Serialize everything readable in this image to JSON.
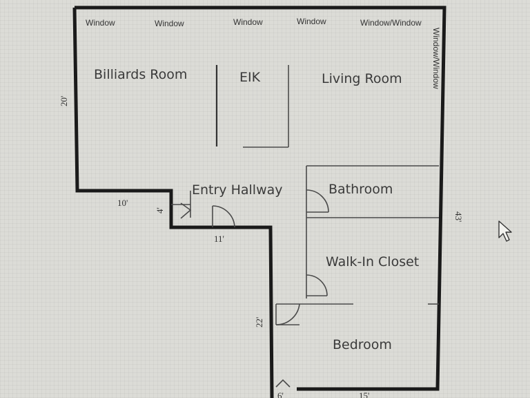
{
  "rooms": {
    "billiards": "Billiards Room",
    "eik": "EIK",
    "living": "Living Room",
    "entry": "Entry Hallway",
    "bathroom": "Bathroom",
    "closet": "Walk-In Closet",
    "bedroom": "Bedroom"
  },
  "windows": {
    "w1": "Window",
    "w2": "Window",
    "w3": "Window",
    "w4": "Window",
    "w5": "Window/Window",
    "w6": "Window/Window"
  },
  "dimensions": {
    "left_top": "20'",
    "left_step": "10'",
    "step_height": "4'",
    "step_bottom": "11'",
    "lower_left": "22'",
    "right": "43'",
    "bottom": "15'",
    "bottom_left": "6'"
  },
  "icons": {
    "cursor": "mouse-pointer-icon"
  }
}
